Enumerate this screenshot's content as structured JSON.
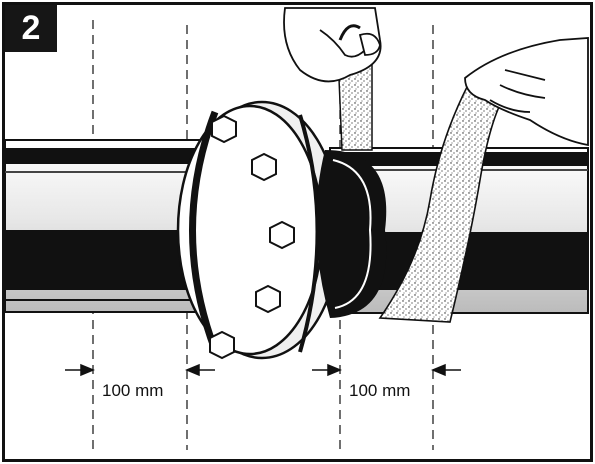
{
  "figure": {
    "step_number": "2",
    "dimension_left": "100 mm",
    "dimension_right": "100 mm"
  }
}
